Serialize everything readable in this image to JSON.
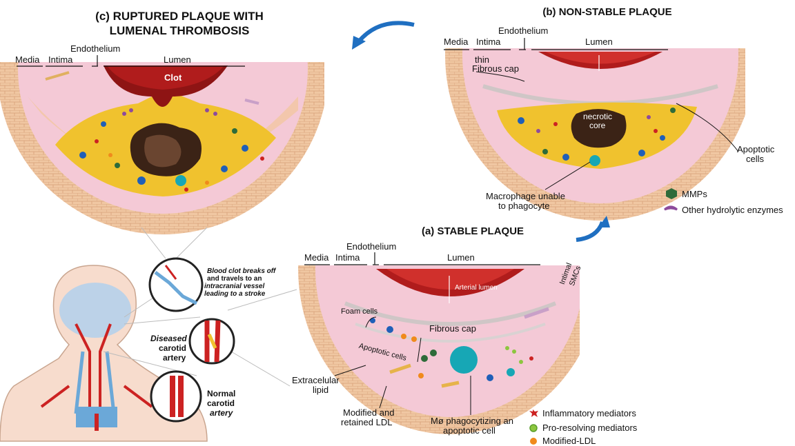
{
  "panels": {
    "ruptured": {
      "title_line1": "(c) RUPTURED PLAQUE WITH",
      "title_line2": "LUMENAL THROMBOSIS",
      "media": "Media",
      "intima": "Intima",
      "endothelium": "Endothelium",
      "lumen": "Lumen",
      "clot": "Clot"
    },
    "nonstable": {
      "title": "(b) NON-STABLE PLAQUE",
      "media": "Media",
      "intima": "Intima",
      "endothelium": "Endothelium",
      "lumen": "Lumen",
      "thin_cap_1": "thin",
      "thin_cap_2": "Fibrous cap",
      "necrotic_1": "necrotic",
      "necrotic_2": "core",
      "apoptotic_1": "Apoptotic",
      "apoptotic_2": "cells",
      "macrophage_1": "Macrophage unable",
      "macrophage_2": "to phagocyte"
    },
    "stable": {
      "title": "(a) STABLE PLAQUE",
      "media": "Media",
      "intima": "Intima",
      "endothelium": "Endothelium",
      "lumen": "Lumen",
      "arterial_lumen": "Arterial lumen",
      "intimal_smcs_1": "Intimal",
      "intimal_smcs_2": "SMCs",
      "foam_cells": "Foam cells",
      "fibrous_cap": "Fibrous cap",
      "apoptotic_cells": "Apoptotic cells",
      "extracellular_1": "Extracelular",
      "extracellular_2": "lipid",
      "modified_1": "Modified and",
      "modified_2": "retained LDL",
      "mphi_1": "Mø phagocytizing an",
      "mphi_2": "apoptotic cell"
    }
  },
  "body_figure": {
    "clot_text_1": "Blood clot breaks off",
    "clot_text_2": "and travels to an",
    "clot_text_3": "intracranial vessel",
    "clot_text_4": "leading to a stroke",
    "diseased_1": "Diseased",
    "diseased_2": "carotid",
    "diseased_3": "artery",
    "normal_1": "Normal",
    "normal_2": "carotid",
    "normal_3": "artery"
  },
  "legend": {
    "mmps": "MMPs",
    "hydrolytic": "Other hydrolytic enzymes",
    "inflammatory": "Inflammatory mediators",
    "pro_resolving": "Pro-resolving mediators",
    "modified_ldl": "Modified-LDL"
  },
  "colors": {
    "media": "#f0c7a2",
    "intima": "#f4c9d6",
    "lumen": "#b01c1c",
    "plaque": "#f0c22e",
    "necrotic": "#3b2316",
    "arrow": "#1f6fc1",
    "mmp": "#2e6b3a",
    "hydrolytic": "#8d4b9c",
    "inflammatory": "#cc2222",
    "pro_resolving": "#8cc63f",
    "modified_ldl": "#f08a1c"
  }
}
